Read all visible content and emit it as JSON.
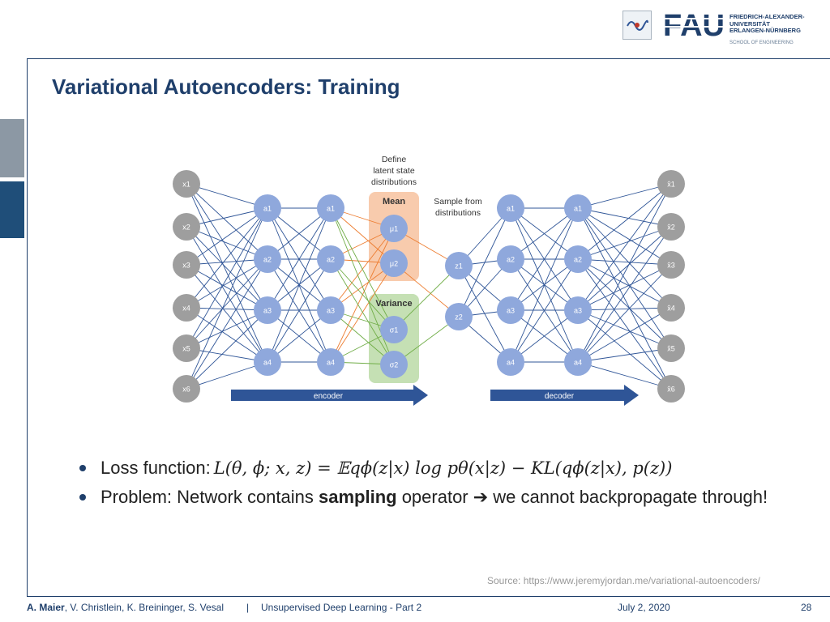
{
  "slide": {
    "title": "Variational Autoencoders: Training"
  },
  "header": {
    "university_name": "FRIEDRICH-ALEXANDER-\nUNIVERSITÄT\nERLANGEN-NÜRNBERG",
    "school": "SCHOOL OF ENGINEERING",
    "fau_logo_text": "FAU"
  },
  "figure": {
    "define_caption_lines": [
      "Define",
      "latent state",
      "distributions"
    ],
    "mean_label": "Mean",
    "variance_label": "Variance",
    "sample_caption_lines": [
      "Sample from",
      "distributions"
    ],
    "encoder_label": "encoder",
    "decoder_label": "decoder",
    "input_nodes": [
      "x1",
      "x2",
      "x3",
      "x4",
      "x5",
      "x6"
    ],
    "hidden_nodes": [
      "a1",
      "a2",
      "a3",
      "a4"
    ],
    "mu_nodes": [
      "μ1",
      "μ2"
    ],
    "sigma_nodes": [
      "σ1",
      "σ2"
    ],
    "z_nodes": [
      "z1",
      "z2"
    ],
    "output_nodes": [
      "x̂1",
      "x̂2",
      "x̂3",
      "x̂4",
      "x̂5",
      "x̂6"
    ],
    "colors": {
      "gray_node": "#9e9e9e",
      "blue_node": "#8fa8dc",
      "edge_blue": "#2f5597",
      "edge_orange": "#ed7d31",
      "edge_green": "#70ad47",
      "mean_box": "#f8cbad",
      "variance_box": "#c5e0b4",
      "arrow": "#2f5597"
    }
  },
  "bullets": {
    "loss_label": "Loss function:",
    "loss_formula": "L(θ, ϕ; x, z) = 𝔼qϕ(z|x) log pθ(x|z) − KL(qϕ(z|x), p(z))",
    "problem_prefix": "Problem: Network contains ",
    "problem_bold": "sampling",
    "problem_suffix": " operator ➔ we cannot backpropagate through!"
  },
  "source": "Source: https://www.jeremyjordan.me/variational-autoencoders/",
  "footer": {
    "author_main": "A. Maier",
    "authors_rest": ", V. Christlein, K. Breininger, S. Vesal",
    "separator": "|",
    "course": "Unsupervised Deep Learning - Part 2",
    "date": "July 2, 2020",
    "page": "28"
  }
}
